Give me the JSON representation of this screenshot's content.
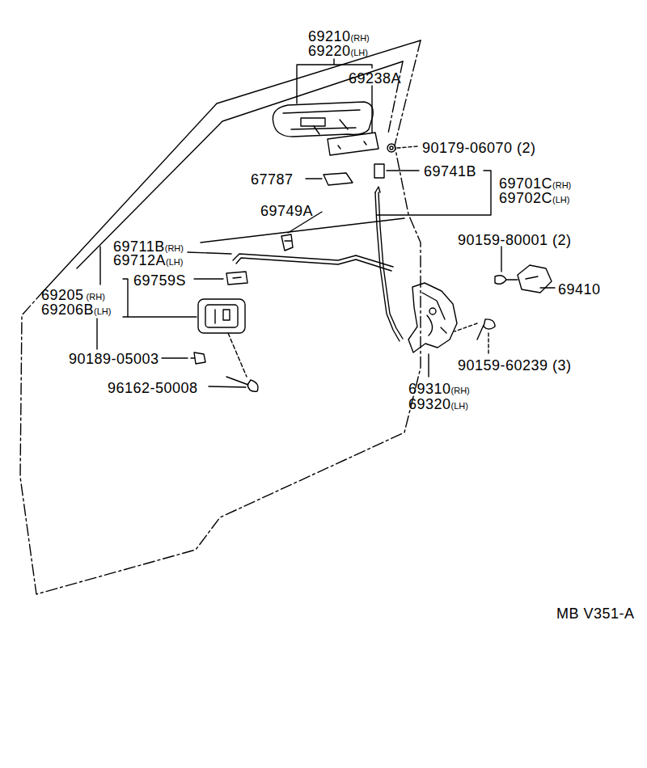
{
  "diagram": {
    "labels": [
      "69210(RH)",
      "69220(LH)",
      "69238A",
      "90179-06070 (2)",
      "67787",
      "69741B",
      "69701C(RH)",
      "69702C(LH)",
      "69749A",
      "69711B(RH)",
      "69712A(LH)",
      "90159-80001 (2)",
      "69759S",
      "69410",
      "69205 (RH)",
      "69206B(LH)",
      "90189-05003",
      "90159-60239 (3)",
      "96162-50008",
      "69310(RH)",
      "69320(LH)",
      "MB V351-A"
    ]
  }
}
